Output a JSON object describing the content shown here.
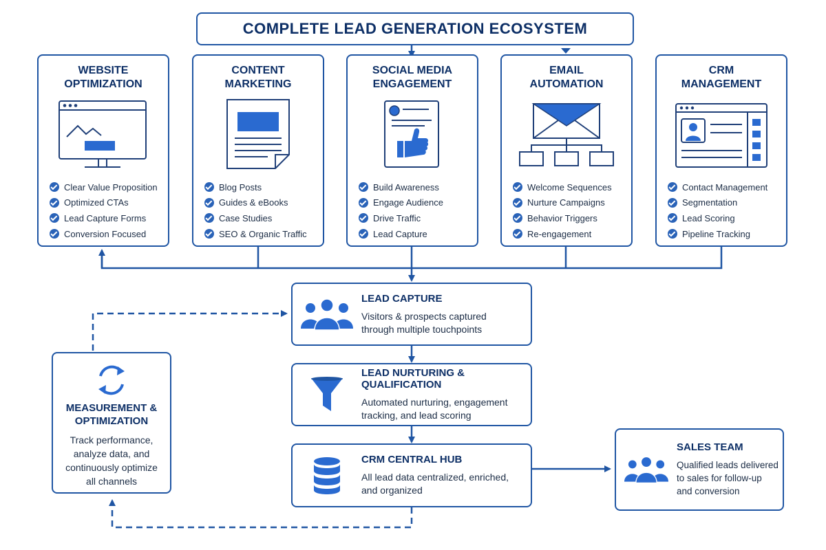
{
  "title": "COMPLETE LEAD GENERATION ECOSYSTEM",
  "categories": [
    {
      "title_lines": [
        "WEBSITE",
        "OPTIMIZATION"
      ],
      "icon": "monitor-icon",
      "items": [
        "Clear Value Proposition",
        "Optimized CTAs",
        "Lead Capture Forms",
        "Conversion Focused"
      ]
    },
    {
      "title_lines": [
        "CONTENT",
        "MARKETING"
      ],
      "icon": "document-icon",
      "items": [
        "Blog Posts",
        "Guides & eBooks",
        "Case Studies",
        "SEO & Organic Traffic"
      ]
    },
    {
      "title_lines": [
        "SOCIAL MEDIA",
        "ENGAGEMENT"
      ],
      "icon": "thumbs-up-icon",
      "items": [
        "Build Awareness",
        "Engage Audience",
        "Drive Traffic",
        "Lead Capture"
      ]
    },
    {
      "title_lines": [
        "EMAIL",
        "AUTOMATION"
      ],
      "icon": "envelope-icon",
      "items": [
        "Welcome Sequences",
        "Nurture Campaigns",
        "Behavior Triggers",
        "Re-engagement"
      ]
    },
    {
      "title_lines": [
        "CRM",
        "MANAGEMENT"
      ],
      "icon": "crm-dashboard-icon",
      "items": [
        "Contact Management",
        "Segmentation",
        "Lead Scoring",
        "Pipeline Tracking"
      ]
    }
  ],
  "lead_capture": {
    "title": "LEAD CAPTURE",
    "desc_lines": [
      "Visitors & prospects captured",
      "through multiple touchpoints"
    ],
    "icon": "people-group-icon"
  },
  "nurturing": {
    "title": "LEAD NURTURING & QUALIFICATION",
    "desc_lines": [
      "Automated nurturing, engagement",
      "tracking, and lead scoring"
    ],
    "icon": "funnel-icon"
  },
  "crm_hub": {
    "title": "CRM CENTRAL HUB",
    "desc_lines": [
      "All lead data centralized, enriched,",
      "and organized"
    ],
    "icon": "database-icon"
  },
  "sales_team": {
    "title": "SALES TEAM",
    "desc_lines": [
      "Qualified leads delivered",
      "to sales for follow-up",
      "and conversion"
    ],
    "icon": "people-group-icon"
  },
  "measurement": {
    "title_lines": [
      "MEASUREMENT &",
      "OPTIMIZATION"
    ],
    "desc_lines": [
      "Track performance,",
      "analyze data, and",
      "continuously optimize",
      "all channels"
    ],
    "icon": "refresh-cycle-icon"
  },
  "colors": {
    "primary": "#1f55a3",
    "accent": "#2a6ad0",
    "text": "#0d2f66"
  }
}
